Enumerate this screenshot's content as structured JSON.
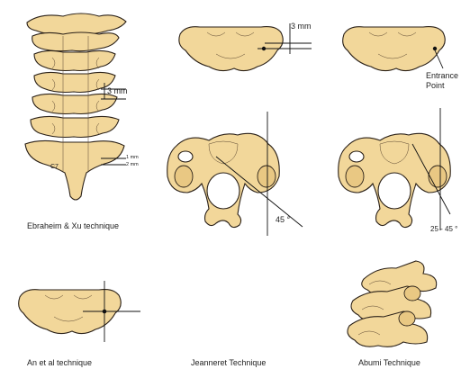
{
  "panels": {
    "ebraheim": {
      "caption": "Ebraheim & Xu technique",
      "measure_3mm": "3 mm",
      "tiny_a": "1 mm",
      "tiny_b": "2 mm",
      "vertebra_label": "C7"
    },
    "jeanneret": {
      "caption": "Jeanneret Technique",
      "measure_3mm": "3 mm",
      "angle": "45 °"
    },
    "abumi_top": {
      "entrance_label": "Entrance Point",
      "angle": "25 - 45 °"
    },
    "an": {
      "caption": "An et al technique"
    },
    "abumi": {
      "caption": "Abumi Technique"
    }
  }
}
